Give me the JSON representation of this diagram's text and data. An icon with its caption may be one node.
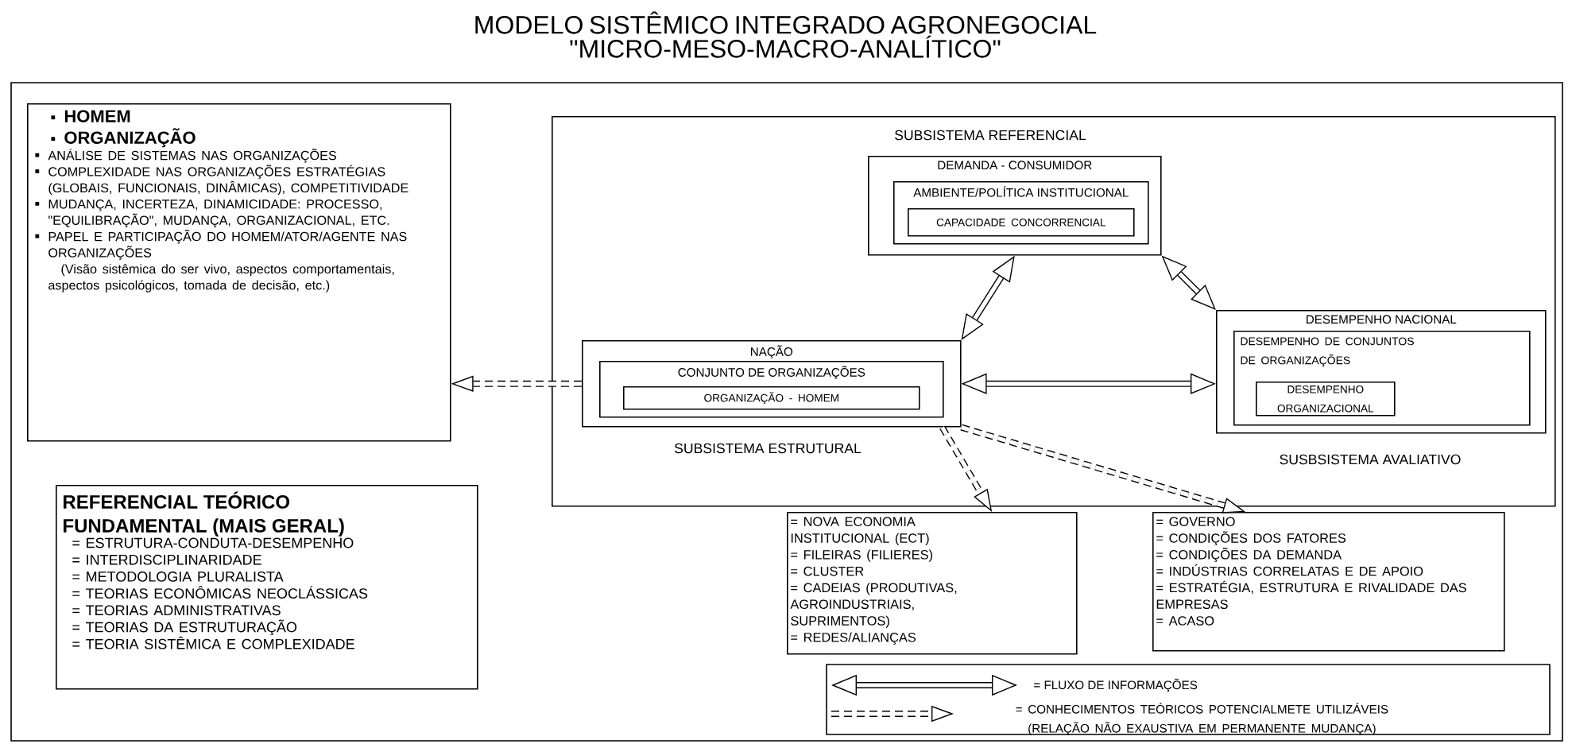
{
  "diagram": {
    "title": "MODELO SISTÊMICO INTEGRADO AGRONEGOCIAL \"MICRO-MESO-MACRO-ANALÍTICO\"",
    "nodes": [
      {
        "text": [
          "HOMEM",
          "ORGANIZAÇÃO",
          "ANÁLISE DE SISTEMAS NAS ORGANIZAÇÕES",
          "COMPLEXIDADE NAS ORGANIZAÇÕES ESTRATÉGIAS (GLOBAIS, FUNCIONAIS, DINÂMICAS), COMPETITIVIDADE",
          "MUDANÇA, INCERTEZA, DINAMICIDADE: PROCESSO, \"EQUILIBRAÇÃO\", MUDANÇA, ORGANIZACIONAL, ETC.",
          "PAPEL E PARTICIPAÇÃO DO HOMEM/ATOR/AGENTE NAS ORGANIZAÇÕES",
          "(Visão sistêmica do ser vivo, aspectos comportamentais, aspectos psicológicos, tomada de decisão, etc.)"
        ]
      },
      {
        "text": [],
        "shape": "box"
      },
      {
        "text": [
          "DEMANDA - CONSUMIDOR"
        ],
        "in": 1,
        "beside": [
          "SUBSISTEMA REFERENCIAL"
        ]
      },
      {
        "text": [
          "AMBIENTE/POLÍTICA INSTITUCIONAL"
        ],
        "in": 2
      },
      {
        "text": [
          "CAPACIDADE CONCORRENCIAL"
        ],
        "in": 3
      },
      {
        "text": [
          "NAÇÃO"
        ],
        "in": 1,
        "beside": [
          "SUBSISTEMA ESTRUTURAL"
        ]
      },
      {
        "text": [
          "CONJUNTO DE ORGANIZAÇÕES"
        ],
        "in": 5
      },
      {
        "text": [
          "ORGANIZAÇÃO - HOMEM"
        ],
        "in": 6
      },
      {
        "text": [
          "DESEMPENHO NACIONAL"
        ],
        "in": 1,
        "beside": [
          "SUSBSISTEMA AVALIATIVO"
        ]
      },
      {
        "text": [
          "DESEMPENHO DE CONJUNTOS DE ORGANIZAÇÕES"
        ],
        "in": 8
      },
      {
        "text": [
          "DESEMPENHO ORGANIZACIONAL"
        ],
        "in": 9
      },
      {
        "text": [
          "REFERENCIAL TEÓRICO FUNDAMENTAL (MAIS GERAL)",
          "= ESTRUTURA-CONDUTA-DESEMPENHO",
          "= INTERDISCIPLINARIDADE",
          "= METODOLOGIA PLURALISTA",
          "= TEORIAS ECONÔMICAS NEOCLÁSSICAS",
          "= TEORIAS ADMINISTRATIVAS",
          "= TEORIAS DA ESTRUTURAÇÃO",
          "= TEORIA SISTÊMICA E COMPLEXIDADE"
        ]
      },
      {
        "text": [
          "= NOVA ECONOMIA INSTITUCIONAL (ECT)",
          "= FILEIRAS (FILIERES)",
          "= CLUSTER",
          "= CADEIAS (PRODUTIVAS, AGROINDUSTRIAIS, SUPRIMENTOS)",
          "= REDES/ALIANÇAS"
        ]
      },
      {
        "text": [
          "= GOVERNO",
          "= CONDIÇÕES DOS FATORES",
          "= CONDIÇÕES DA DEMANDA",
          "= INDÚSTRIAS CORRELATAS E DE APOIO",
          "= ESTRATÉGIA, ESTRUTURA E RIVALIDADE DAS EMPRESAS",
          "= ACASO"
        ]
      }
    ],
    "edges": [
      {
        "from": 5,
        "to": 0,
        "arrow": "to",
        "style": "dashed"
      },
      {
        "from": 5,
        "to": 2,
        "arrow": "both"
      },
      {
        "from": 2,
        "to": 8,
        "arrow": "both"
      },
      {
        "from": 5,
        "to": 8,
        "arrow": "both"
      },
      {
        "from": 5,
        "to": 12,
        "arrow": "to",
        "style": "dashed"
      },
      {
        "from": 5,
        "to": 13,
        "arrow": "to",
        "style": "dashed"
      }
    ],
    "legend": [
      {
        "text": "= FLUXO DE INFORMAÇÕES"
      },
      {
        "text": "= CONHECIMENTOS TEÓRICOS POTENCIALMETE UTILIZÁVEIS (RELAÇÃO NÃO EXAUSTIVA EM PERMANENTE MUDANÇA)"
      }
    ]
  }
}
